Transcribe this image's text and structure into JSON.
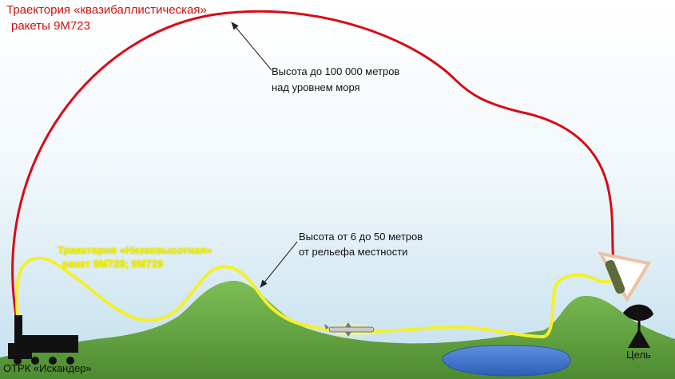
{
  "ballistic_label": [
    "Траектория «квазибаллистическая»",
    "ракеты 9М723"
  ],
  "lowalt_label": [
    "Траектория «Низковысотная»",
    "ракет 9М728; 9М729"
  ],
  "height_note_high": [
    "Высота до 100 000 метров",
    "над уровнем моря"
  ],
  "height_note_low": [
    "Высота от 6 до 50 метров",
    "от рельефа местности"
  ],
  "launcher_label": "ОТРК «Искандер»",
  "target_label": "Цель",
  "colors": {
    "ballistic_path": "#d80a14",
    "lowalt_path": "#f4f02a",
    "sky": "#c8e2ef",
    "ground": "#5f9f3d",
    "water": "#3d6fc6"
  },
  "icons": [
    "launcher-vehicle-icon",
    "cruise-missile-icon",
    "ballistic-missile-icon",
    "radar-dish-icon"
  ]
}
